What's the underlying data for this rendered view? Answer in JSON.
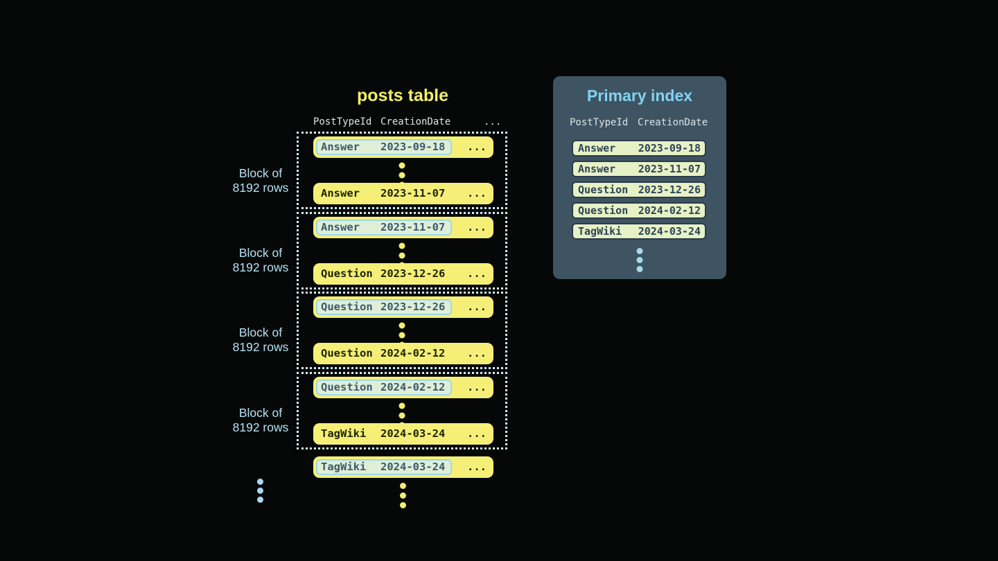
{
  "posts_table": {
    "title": "posts table",
    "columns": [
      "PostTypeId",
      "CreationDate",
      "..."
    ],
    "blocks": [
      {
        "label_line1": "Block of",
        "label_line2": "8192 rows",
        "first_row": {
          "type": "Answer",
          "date": "2023-09-18",
          "more": "..."
        },
        "last_row": {
          "type": "Answer",
          "date": "2023-11-07",
          "more": "..."
        }
      },
      {
        "label_line1": "Block of",
        "label_line2": "8192 rows",
        "first_row": {
          "type": "Answer",
          "date": "2023-11-07",
          "more": "..."
        },
        "last_row": {
          "type": "Question",
          "date": "2023-12-26",
          "more": "..."
        }
      },
      {
        "label_line1": "Block of",
        "label_line2": "8192 rows",
        "first_row": {
          "type": "Question",
          "date": "2023-12-26",
          "more": "..."
        },
        "last_row": {
          "type": "Question",
          "date": "2024-02-12",
          "more": "..."
        }
      },
      {
        "label_line1": "Block of",
        "label_line2": "8192 rows",
        "first_row": {
          "type": "Question",
          "date": "2024-02-12",
          "more": "..."
        },
        "last_row": {
          "type": "TagWiki",
          "date": "2024-03-24",
          "more": "..."
        }
      }
    ],
    "trailing_row": {
      "type": "TagWiki",
      "date": "2024-03-24",
      "more": "..."
    }
  },
  "primary_index": {
    "title": "Primary index",
    "columns": [
      "PostTypeId",
      "CreationDate"
    ],
    "rows": [
      {
        "type": "Answer",
        "date": "2023-09-18"
      },
      {
        "type": "Answer",
        "date": "2023-11-07"
      },
      {
        "type": "Question",
        "date": "2023-12-26"
      },
      {
        "type": "Question",
        "date": "2024-02-12"
      },
      {
        "type": "TagWiki",
        "date": "2024-03-24"
      }
    ]
  },
  "icons": {
    "more_rows": "vertical-ellipsis-dots",
    "more_blocks": "vertical-ellipsis-dots"
  },
  "colors": {
    "background": "#060808",
    "posts_title": "#f2ee6a",
    "header_text": "#dde4e4",
    "row_fill": "#f6ef77",
    "row_text": "#1d2308",
    "highlight_fill": "#dfeed6",
    "highlight_border": "#9ed8ea",
    "highlight_text": "#3a5a70",
    "block_border": "#d2ecf5",
    "block_label": "#b5e1f2",
    "yellow_dot": "#f2ee71",
    "blue_dot": "#a6daee",
    "panel_bg": "#3e5463",
    "panel_title": "#82d3f1",
    "index_row_fill": "#e7f1c6",
    "index_row_border": "#2a3c49",
    "index_row_text": "#2b4456"
  }
}
